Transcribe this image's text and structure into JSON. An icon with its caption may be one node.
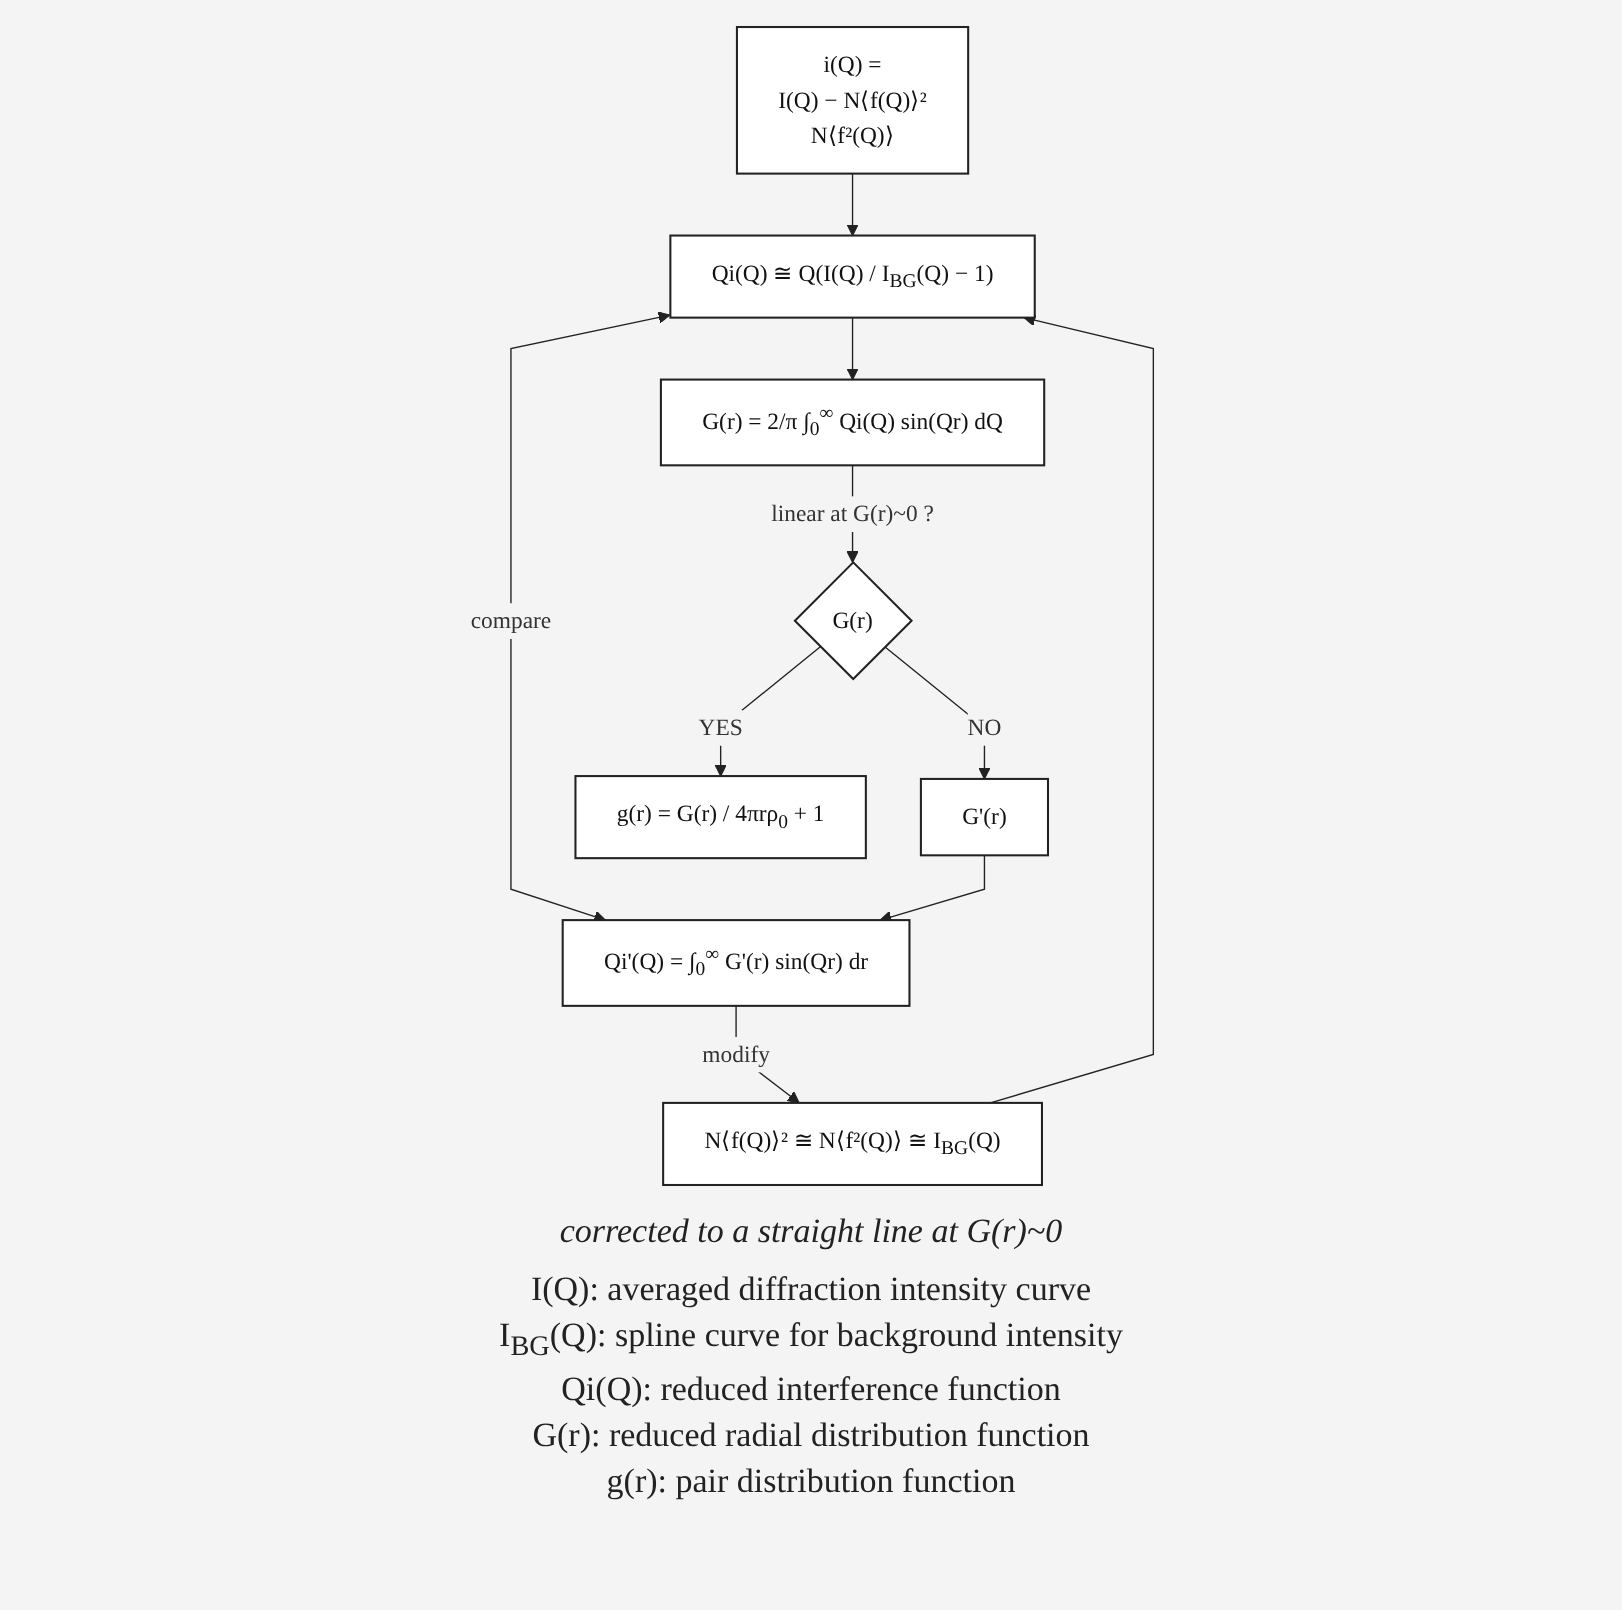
{
  "diagram": {
    "nodes": [
      {
        "text": [
          "i(Q) =",
          "I(Q) − N⟨f(Q)⟩²",
          "N⟨f²(Q)⟩"
        ]
      },
      {
        "text": [
          "N⟨f(Q)⟩² ≅ N⟨f²(Q)⟩ ≅ I$_{BG}$(Q)"
        ]
      },
      {
        "text": [
          "Qi(Q) ≅ Q(I(Q) / I$_{BG}$(Q) − 1)"
        ]
      },
      {
        "text": [
          "Qi'(Q) = ∫$_{0}$$^{∞}$ G'(r) sin(Qr) dr"
        ]
      },
      {
        "text": [
          "G(r) = 2/π ∫$_{0}$$^{∞}$ Qi(Q) sin(Qr) dQ"
        ]
      },
      {
        "text": [
          "G(r)"
        ]
      },
      {
        "text": [
          "G'(r)"
        ]
      },
      {
        "text": [
          "g(r) = G(r) / 4πrρ$_{0}$ + 1"
        ]
      }
    ],
    "edges": [
      {
        "from": 0,
        "to": 2,
        "arrow": "to"
      },
      {
        "from": 1,
        "to": 2,
        "arrow": "to"
      },
      {
        "from": 2,
        "to": 3,
        "arrow": "both",
        "label": "compare"
      },
      {
        "from": 3,
        "to": 1,
        "arrow": "to",
        "label": "modify"
      },
      {
        "from": 2,
        "to": 4,
        "arrow": "to"
      },
      {
        "from": 4,
        "to": 5,
        "arrow": "to",
        "label": "linear at G(r)~0 ?"
      },
      {
        "from": 5,
        "to": 6,
        "arrow": "to",
        "label": "NO"
      },
      {
        "from": 6,
        "to": 3,
        "arrow": "to"
      },
      {
        "from": 5,
        "to": 7,
        "arrow": "to",
        "label": "YES"
      }
    ],
    "labels": [
      "corrected to a straight line at G(r)~0",
      "I(Q): averaged diffraction intensity curve",
      "I$_{BG}$(Q): spline curve for background intensity",
      "Qi(Q): reduced interference function",
      "G(r): reduced radial distribution function",
      "g(r): pair distribution function"
    ]
  }
}
